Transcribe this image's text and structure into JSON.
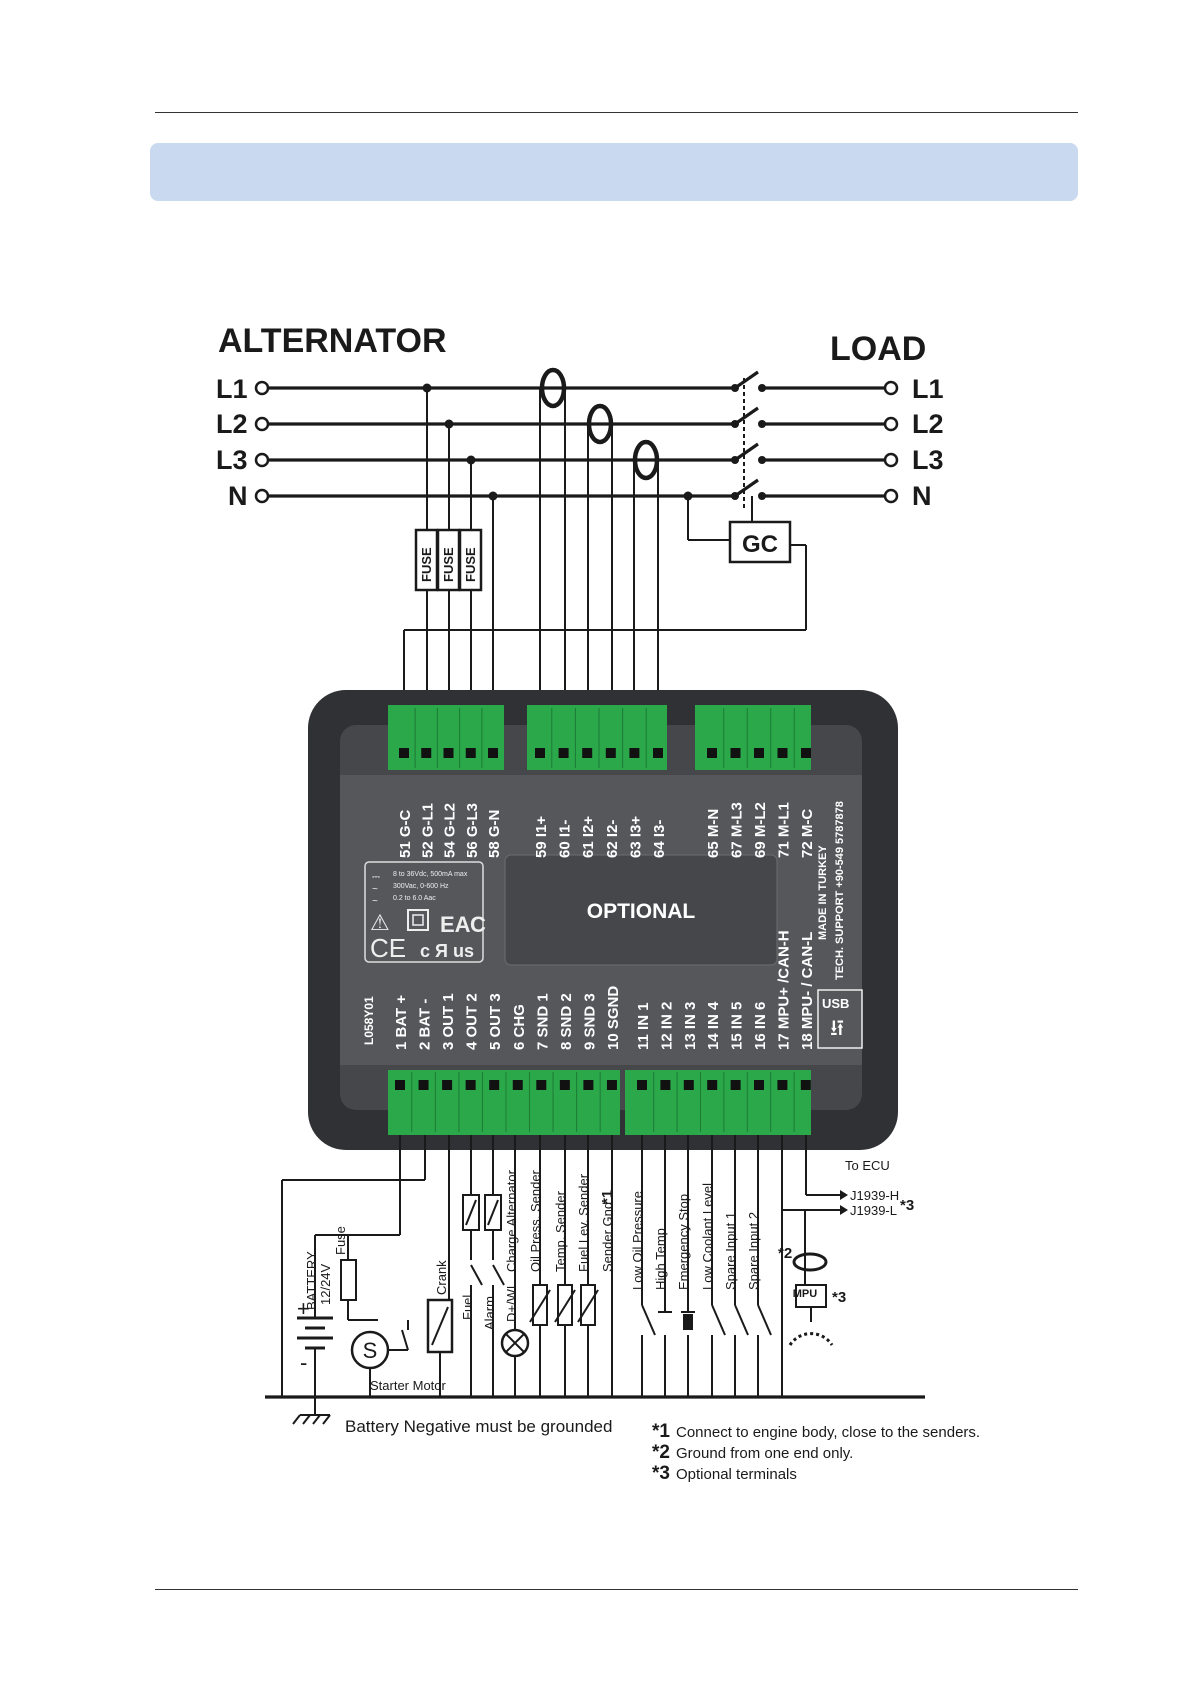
{
  "page": {
    "alternator_title": "ALTERNATOR",
    "load_title": "LOAD",
    "phases": [
      "L1",
      "L2",
      "L3",
      "N"
    ],
    "gc_label": "GC",
    "fuse_label": "FUSE"
  },
  "module": {
    "top_left_terminals": [
      {
        "pin": "51",
        "name": "G-C"
      },
      {
        "pin": "52",
        "name": "G-L1"
      },
      {
        "pin": "54",
        "name": "G-L2"
      },
      {
        "pin": "56",
        "name": "G-L3"
      },
      {
        "pin": "58",
        "name": "G-N"
      }
    ],
    "top_mid_terminals": [
      {
        "pin": "59",
        "name": "I1+"
      },
      {
        "pin": "60",
        "name": "I1-"
      },
      {
        "pin": "61",
        "name": "I2+"
      },
      {
        "pin": "62",
        "name": "I2-"
      },
      {
        "pin": "63",
        "name": "I3+"
      },
      {
        "pin": "64",
        "name": "I3-"
      }
    ],
    "top_right_terminals": [
      {
        "pin": "65",
        "name": "M-N"
      },
      {
        "pin": "67",
        "name": "M-L3"
      },
      {
        "pin": "69",
        "name": "M-L2"
      },
      {
        "pin": "71",
        "name": "M-L1"
      },
      {
        "pin": "72",
        "name": "M-C"
      }
    ],
    "bottom_left_terminals": [
      {
        "pin": "1",
        "name": "BAT +"
      },
      {
        "pin": "2",
        "name": "BAT -"
      },
      {
        "pin": "3",
        "name": "OUT 1"
      },
      {
        "pin": "4",
        "name": "OUT 2"
      },
      {
        "pin": "5",
        "name": "OUT 3"
      },
      {
        "pin": "6",
        "name": "CHG"
      },
      {
        "pin": "7",
        "name": "SND 1"
      },
      {
        "pin": "8",
        "name": "SND 2"
      },
      {
        "pin": "9",
        "name": "SND 3"
      },
      {
        "pin": "10",
        "name": "SGND"
      }
    ],
    "bottom_right_terminals": [
      {
        "pin": "11",
        "name": "IN 1"
      },
      {
        "pin": "12",
        "name": "IN 2"
      },
      {
        "pin": "13",
        "name": "IN 3"
      },
      {
        "pin": "14",
        "name": "IN 4"
      },
      {
        "pin": "15",
        "name": "IN 5"
      },
      {
        "pin": "16",
        "name": "IN 6"
      },
      {
        "pin": "17",
        "name": "MPU+ /CAN-H"
      },
      {
        "pin": "18",
        "name": "MPU- / CAN-L"
      }
    ],
    "optional_label": "OPTIONAL",
    "model_code": "L058Y01",
    "spec_lines": [
      "8 to 36Vdc, 500mA max",
      "300Vac, 0-600 Hz",
      "0.2 to 6.0 Aac"
    ],
    "made_in": "MADE IN TURKEY",
    "support": "TECH. SUPPORT +90-549 5787878",
    "usb_label": "USB"
  },
  "wiring": {
    "to_ecu": "To ECU",
    "j1939_h": "J1939-H",
    "j1939_l": "J1939-L",
    "battery_label": "BATTERY",
    "battery_voltage": "12/24V",
    "fuse_small": "Fuse",
    "crank": "Crank",
    "fuel": "Fuel",
    "alarm": "Alarm",
    "dwl": "D+/WL",
    "charge_alternator": "Charge Alternator",
    "oil_press_sender": "Oil Press. Sender",
    "temp_sender": "Temp. Sender",
    "fuel_lev_sender": "Fuel Lev. Sender",
    "sender_gnd": "Sender Gnd",
    "low_oil_pressure": "Low Oil Pressure",
    "high_temp": "High Temp",
    "emergency_stop": "Emergency Stop",
    "low_coolant_level": "Low Coolant Level",
    "spare_input_1": "Spare Input 1",
    "spare_input_2": "Spare Input 2",
    "mpu": "MPU",
    "starter_motor": "Starter Motor",
    "starter_symbol": "S",
    "plus": "+",
    "minus": "-",
    "ground_note": "Battery Negative must be grounded"
  },
  "notes": [
    {
      "mark": "*1",
      "text": "Connect to engine body, close to the senders."
    },
    {
      "mark": "*2",
      "text": "Ground from one end only."
    },
    {
      "mark": "*3",
      "text": "Optional terminals"
    }
  ],
  "colors": {
    "banner": "#c9daf0",
    "terminal_green": "#2aa84a",
    "module_body": "#3b3d40",
    "panel": "#4a4c50"
  }
}
